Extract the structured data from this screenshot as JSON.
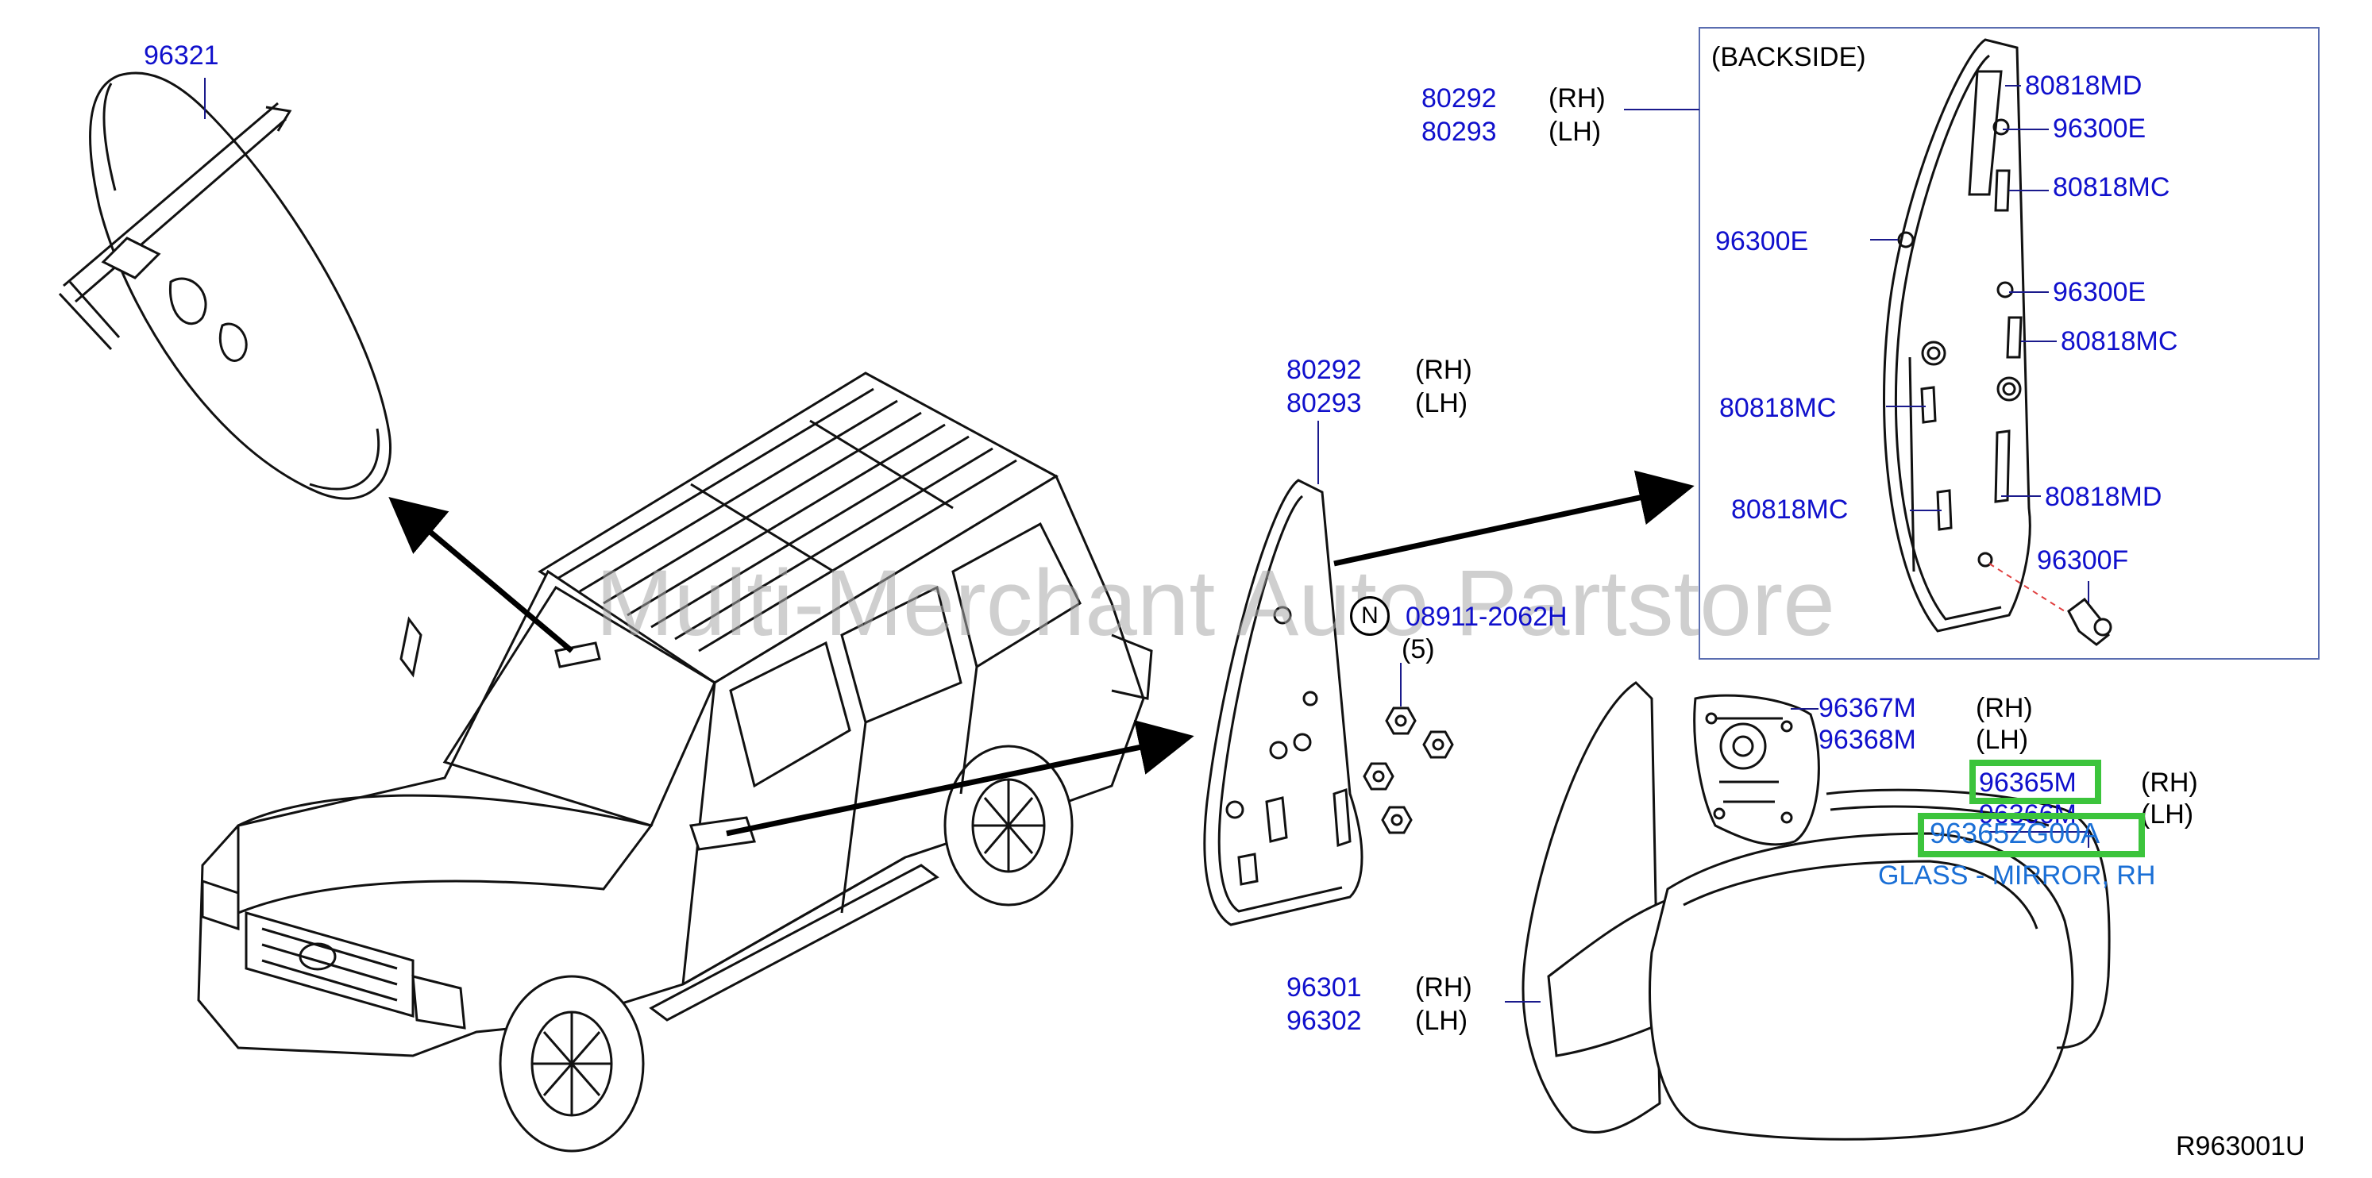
{
  "watermark": "Multi-Merchant Auto Partstore",
  "figure_ref": "R963001U",
  "inset": {
    "title": "(BACKSIDE)"
  },
  "side_rh": "(RH)",
  "side_lh": "(LH)",
  "qty": "(5)",
  "n_mark": "N",
  "parts": {
    "inner_mirror": "96321",
    "glass_rh_top": "80292",
    "glass_lh_top": "80293",
    "glass_rh_mid": "80292",
    "glass_lh_mid": "80293",
    "nut": "08911-2062H",
    "mirror_rh": "96301",
    "mirror_lh": "96302",
    "actuator_rh": "96367M",
    "actuator_lh": "96368M",
    "glass_assy_rh": "96365M",
    "glass_assy_lh": "96366M",
    "highlight_part": "96365ZG00A",
    "highlight_desc": "GLASS - MIRROR, RH",
    "b_80818md_1": "80818MD",
    "b_96300e_1": "96300E",
    "b_80818mc_1": "80818MC",
    "b_96300e_2": "96300E",
    "b_96300e_3": "96300E",
    "b_80818mc_2": "80818MC",
    "b_80818mc_3": "80818MC",
    "b_80818mc_4": "80818MC",
    "b_80818md_2": "80818MD",
    "b_96300f": "96300F"
  }
}
